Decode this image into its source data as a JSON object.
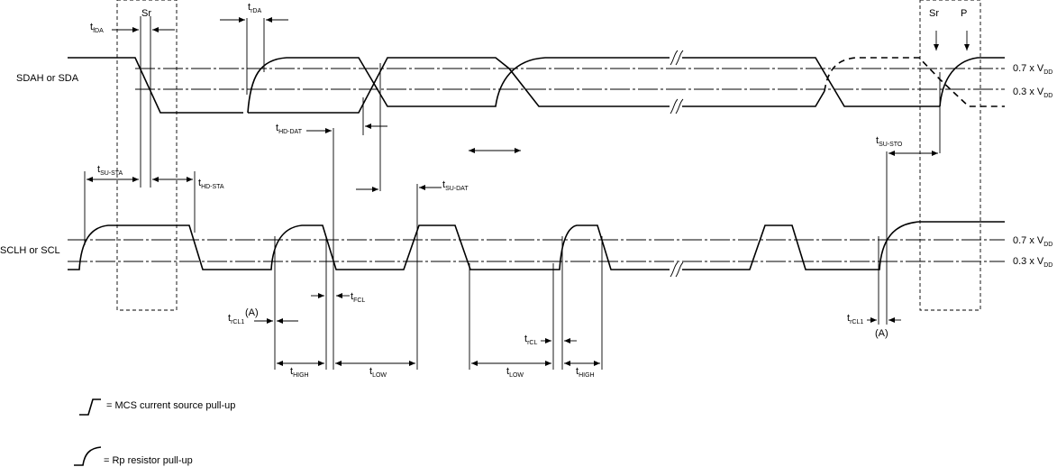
{
  "signals": {
    "sda_label": "SDAH or SDA",
    "scl_label": "SCLH or SCL"
  },
  "thresholds": {
    "high_main": "0.7 x V",
    "high_sub": "DD",
    "low_main": "0.3 x V",
    "low_sub": "DD"
  },
  "conditions": {
    "repeated_start": "Sr",
    "repeated_start_end": "Sr",
    "stop": "P"
  },
  "timing": {
    "tfda": {
      "main": "t",
      "sub": "fDA"
    },
    "trda": {
      "main": "t",
      "sub": "rDA"
    },
    "tsusta": {
      "main": "t",
      "sub": "SU-STA"
    },
    "thdsta": {
      "main": "t",
      "sub": "HD-STA"
    },
    "thddat": {
      "main": "t",
      "sub": "HD-DAT"
    },
    "tsudat": {
      "main": "t",
      "sub": "SU-DAT"
    },
    "tsusto": {
      "main": "t",
      "sub": "SU-STO"
    },
    "trcl1_a": {
      "main": "t",
      "sub": "rCL1",
      "note": "(A)"
    },
    "tfcl_1": {
      "main": "t",
      "sub": "FCL"
    },
    "trcl": {
      "main": "t",
      "sub": "rCL"
    },
    "trcl1_b": {
      "main": "t",
      "sub": "rCL1",
      "note": "(A)"
    },
    "thigh_1": {
      "main": "t",
      "sub": "HIGH"
    },
    "tlow_1": {
      "main": "t",
      "sub": "LOW"
    },
    "tlow_2": {
      "main": "t",
      "sub": "LOW"
    },
    "thigh_2": {
      "main": "t",
      "sub": "HIGH"
    }
  },
  "legend": [
    {
      "icon": "current-source-pullup-icon",
      "text": "= MCS current source pull-up"
    },
    {
      "icon": "resistor-pullup-icon",
      "text": "= Rp resistor pull-up"
    }
  ]
}
